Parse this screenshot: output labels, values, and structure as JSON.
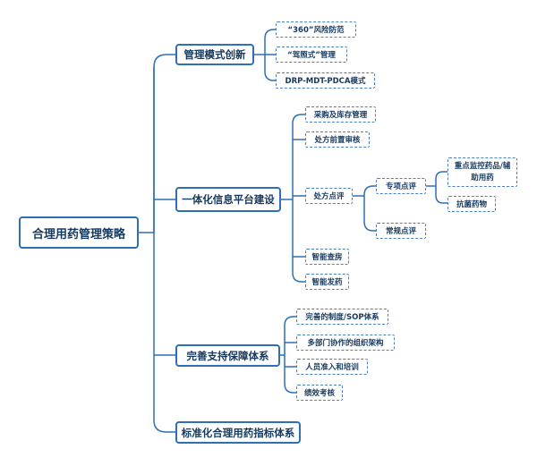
{
  "root": {
    "label": "合理用药管理策略"
  },
  "branches": [
    {
      "label": "管理模式创新",
      "children": [
        "“360”风险防范",
        "“驾照式”管理",
        "DRP-MDT-PDCA模式"
      ]
    },
    {
      "label": "一体化信息平台建设",
      "children": [
        "采购及库存管理",
        "处方前置审核",
        "处方点评",
        "智能查房",
        "智能发药"
      ],
      "prescription_review": {
        "special_review": {
          "label": "专项点评",
          "children": [
            "重点监控药品/辅助用药",
            "抗菌药物"
          ]
        },
        "routine_review": {
          "label": "常规点评"
        }
      }
    },
    {
      "label": "完善支持保障体系",
      "children": [
        "完善的制度/SOP体系",
        "多部门协作的组织架构",
        "人员准入和培训",
        "绩效考核"
      ]
    },
    {
      "label": "标准化合理用药指标体系",
      "children": []
    }
  ],
  "colors": {
    "line": "#2f6fb3",
    "text": "#16395e",
    "border": "#2f6fb3"
  }
}
